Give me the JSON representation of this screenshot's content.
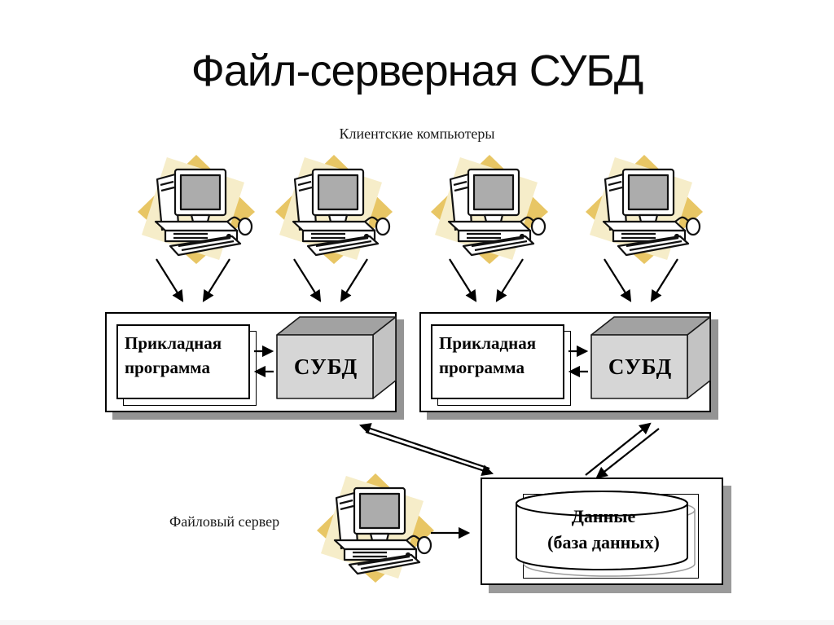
{
  "title": "Файл-серверная СУБД",
  "captions": {
    "clients": "Клиентские компьютеры",
    "file_server": "Файловый сервер"
  },
  "client_nodes": [
    {
      "app_label": "Прикладная программа",
      "dbms_label": "СУБД"
    },
    {
      "app_label": "Прикладная программа",
      "dbms_label": "СУБД"
    }
  ],
  "data_store": {
    "title": "Данные",
    "subtitle": "(база данных)"
  },
  "icons": {
    "client_computer": "desktop-computer-icon",
    "file_server_computer": "desktop-computer-icon",
    "database": "cylinder-database-icon"
  },
  "colors": {
    "background": "#ffffff",
    "text": "#000000",
    "diamond_yellow": "#e8c665",
    "diamond_cream": "#f6edc9",
    "cube_front": "#d6d6d6",
    "cube_top": "#a2a2a2",
    "cube_side": "#c3c3c3",
    "box_shadow_gray": "#949494",
    "screen_gray": "#acacac"
  }
}
